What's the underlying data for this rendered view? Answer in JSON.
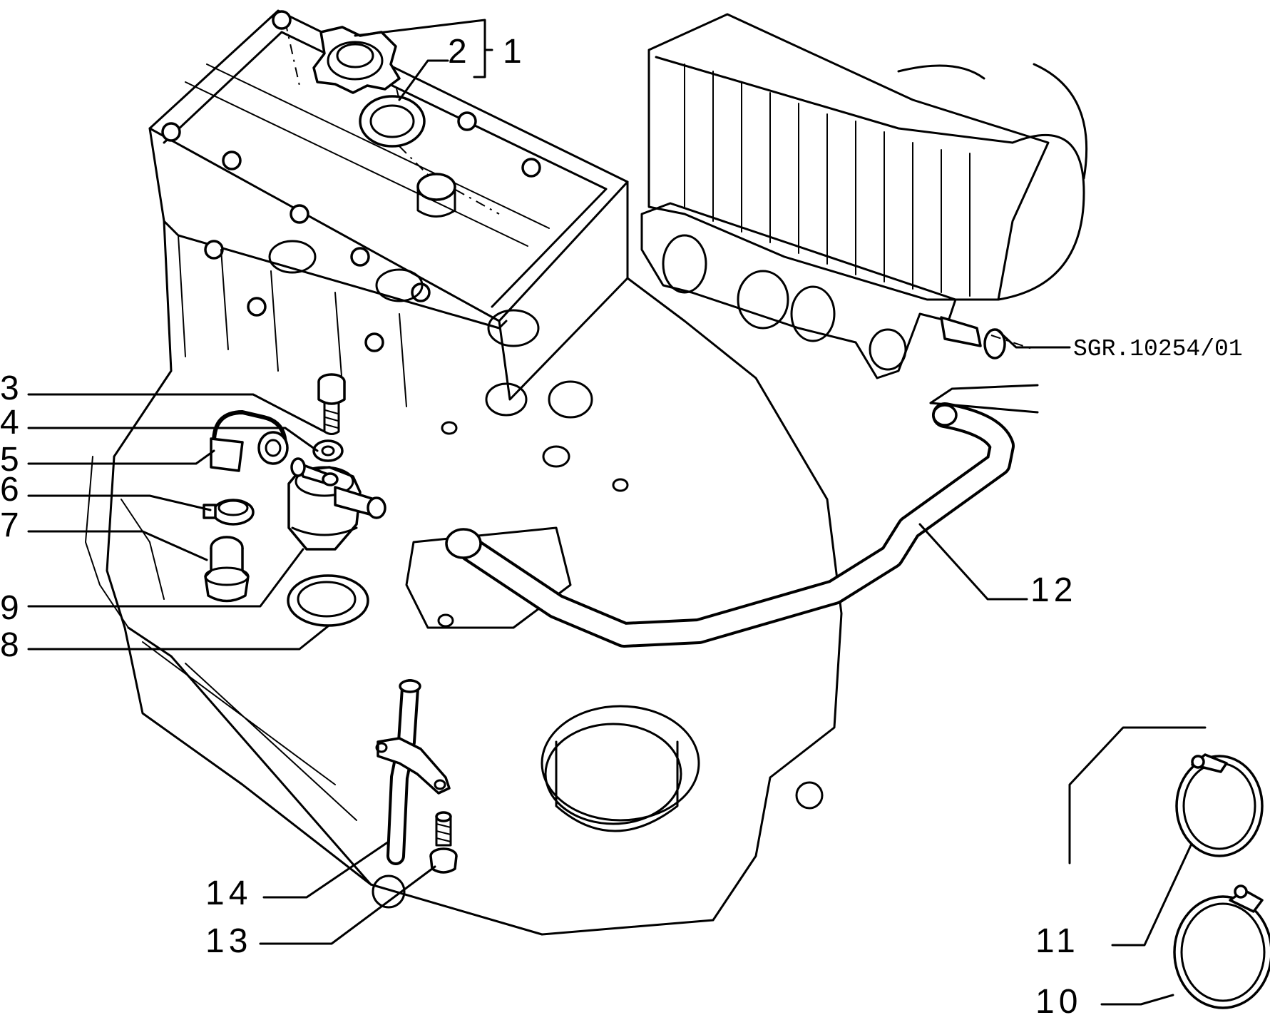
{
  "drawing_ref": "SGR.10254/01",
  "callouts": [
    {
      "id": "1",
      "text": "1"
    },
    {
      "id": "2",
      "text": "2"
    },
    {
      "id": "3",
      "text": "3"
    },
    {
      "id": "4",
      "text": "4"
    },
    {
      "id": "5",
      "text": "5"
    },
    {
      "id": "6",
      "text": "6"
    },
    {
      "id": "7",
      "text": "7"
    },
    {
      "id": "8",
      "text": "8"
    },
    {
      "id": "9",
      "text": "9"
    },
    {
      "id": "10",
      "text": "10"
    },
    {
      "id": "11",
      "text": "11"
    },
    {
      "id": "12",
      "text": "12"
    },
    {
      "id": "13",
      "text": "13"
    },
    {
      "id": "14",
      "text": "14"
    }
  ],
  "colors": {
    "line": "#000000",
    "background": "#ffffff"
  }
}
